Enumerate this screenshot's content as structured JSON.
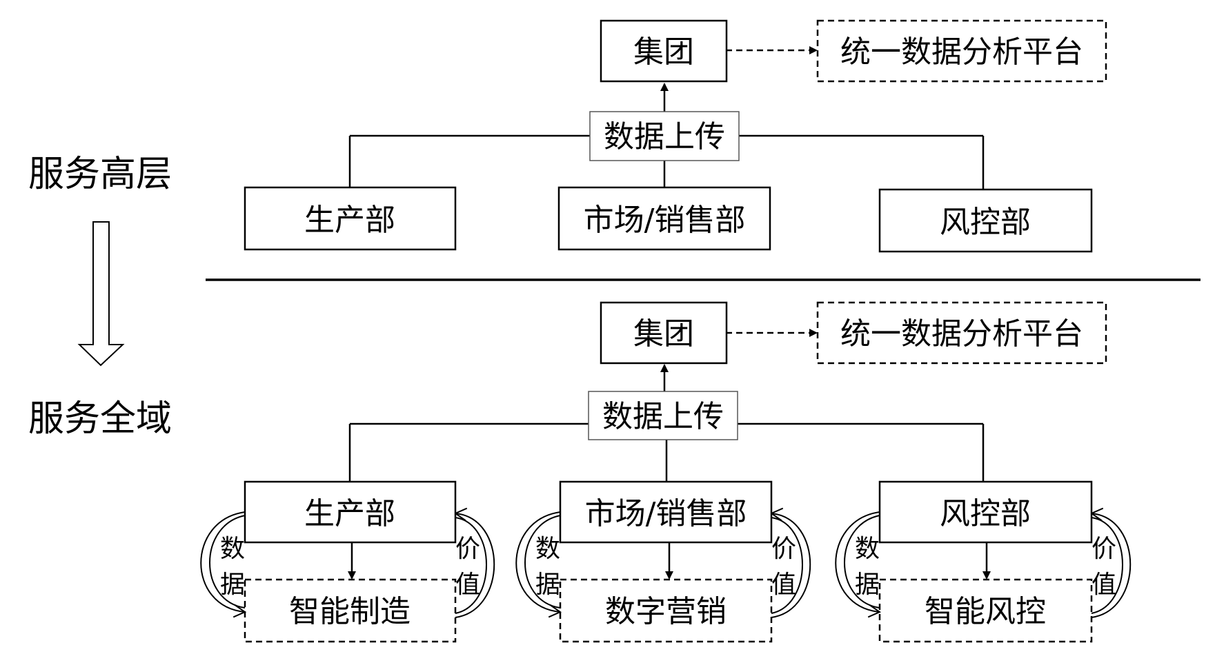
{
  "left_labels": {
    "top": "服务高层",
    "bottom": "服务全域"
  },
  "top_section": {
    "group": "集团",
    "platform": "统一数据分析平台",
    "upload": "数据上传",
    "departments": [
      "生产部",
      "市场/销售部",
      "风控部"
    ]
  },
  "bottom_section": {
    "group": "集团",
    "platform": "统一数据分析平台",
    "upload": "数据上传",
    "departments": [
      "生产部",
      "市场/销售部",
      "风控部"
    ],
    "applications": [
      "智能制造",
      "数字营销",
      "智能风控"
    ],
    "loop_left_chars": [
      "数",
      "据"
    ],
    "loop_right_chars": [
      "价",
      "值"
    ]
  }
}
